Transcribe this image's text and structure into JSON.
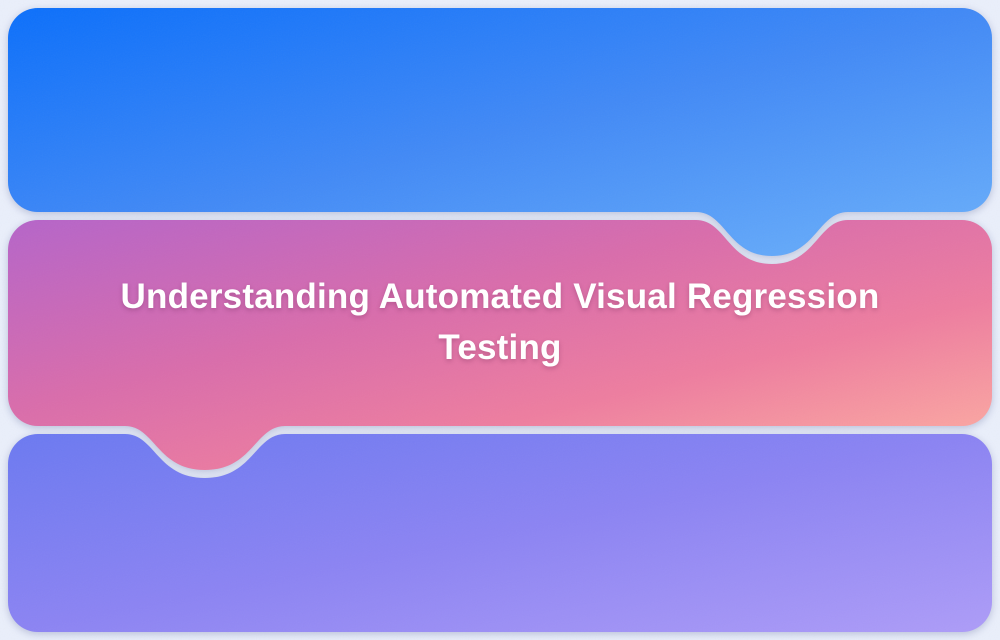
{
  "page": {
    "background_color": "#eaeffb"
  },
  "hero_card": {
    "title": "Understanding Automated Visual Regression Testing",
    "title_lines": [
      "Understanding Automated Visual Regression",
      "Testing"
    ],
    "title_color": "#ffffff"
  },
  "cards": {
    "top_blue": {
      "gradient": {
        "start": "#0b6ffb",
        "mid": "#4189f6",
        "end": "#6cb1fb"
      }
    },
    "middle_pink": {
      "gradient": {
        "start": "#b564c9",
        "mid1": "#d96cab",
        "mid2": "#ee7d9f",
        "end": "#ffb3a2"
      }
    },
    "bottom_purple": {
      "gradient": {
        "start": "#6b79f1",
        "mid": "#8b83f3",
        "end": "#ad9cf8"
      }
    }
  }
}
